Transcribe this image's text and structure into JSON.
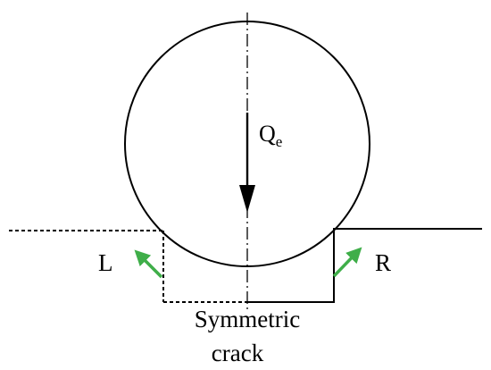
{
  "labels": {
    "load_main": "Q",
    "load_sub": "e",
    "left": "L",
    "right": "R",
    "crack_line1": "Symmetric",
    "crack_line2": "crack"
  },
  "colors": {
    "stroke": "#000000",
    "arrow_green": "#3fae49"
  }
}
